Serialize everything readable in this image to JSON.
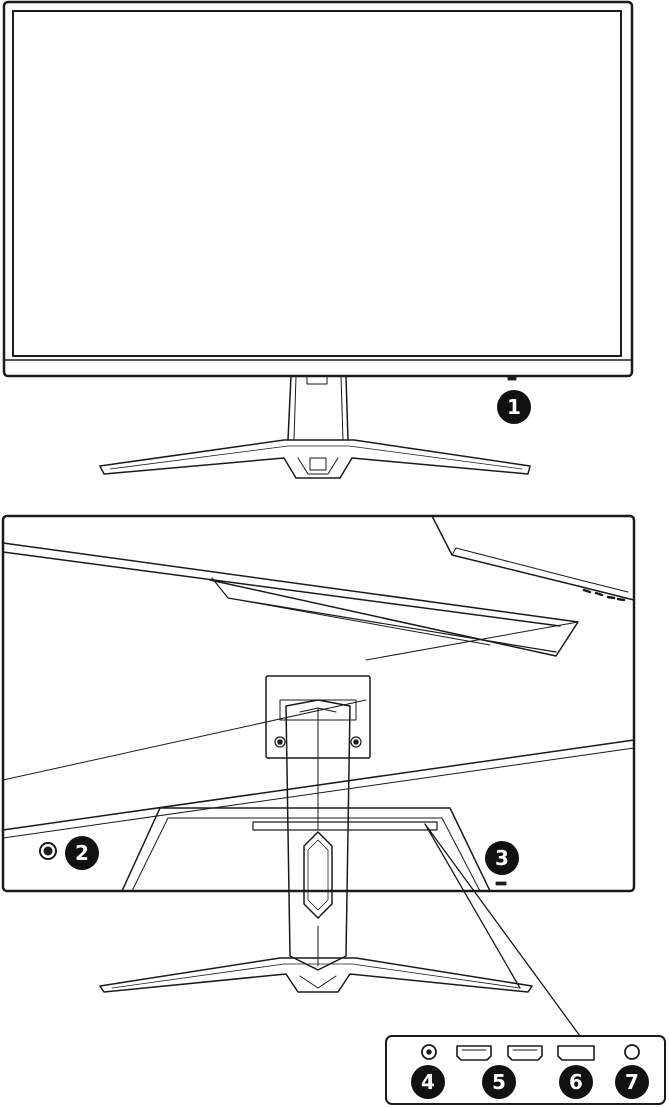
{
  "colors": {
    "line": "#1a1a1a",
    "callout_fill": "#111111",
    "callout_text": "#ffffff",
    "background": "#ffffff"
  },
  "callouts": {
    "c1": "1",
    "c2": "2",
    "c3": "3",
    "c4": "4",
    "c5": "5",
    "c6": "6",
    "c7": "7"
  },
  "icons": {
    "power_button": "power-button-icon",
    "kensington_lock": "kensington-lock-icon",
    "dc_in": "dc-jack-icon",
    "hdmi": "hdmi-port-icon",
    "displayport": "displayport-icon",
    "audio": "headphone-jack-icon"
  }
}
